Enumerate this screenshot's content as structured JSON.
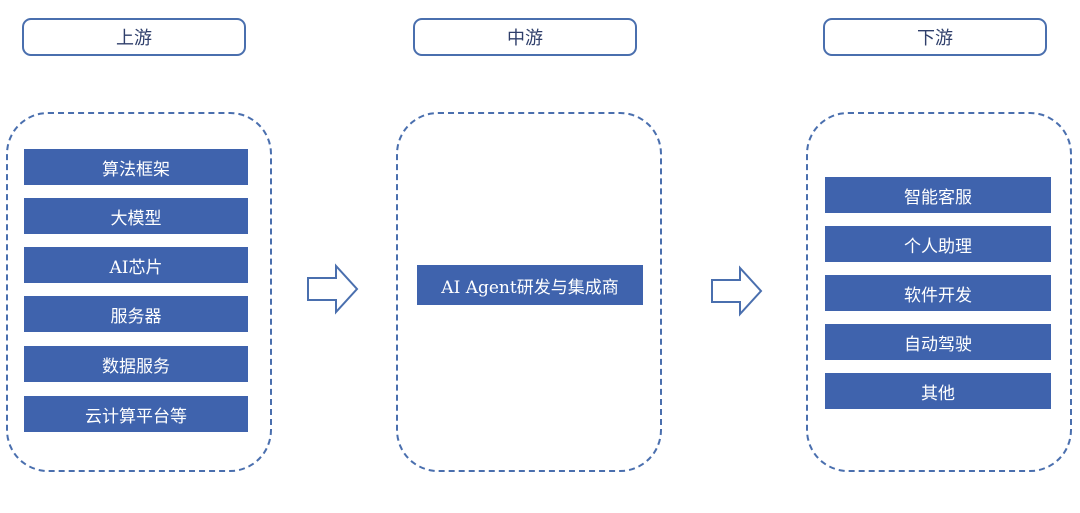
{
  "headers": {
    "upstream": "上游",
    "midstream": "中游",
    "downstream": "下游"
  },
  "upstream_items": [
    "算法框架",
    "大模型",
    "AI芯片",
    "服务器",
    "数据服务",
    "云计算平台等"
  ],
  "midstream_items": [
    "AI Agent研发与集成商"
  ],
  "downstream_items": [
    "智能客服",
    "个人助理",
    "软件开发",
    "自动驾驶",
    "其他"
  ],
  "colors": {
    "bar_fill": "#3f63ad",
    "border": "#4a6fae",
    "header_text": "#2f3f6b"
  }
}
